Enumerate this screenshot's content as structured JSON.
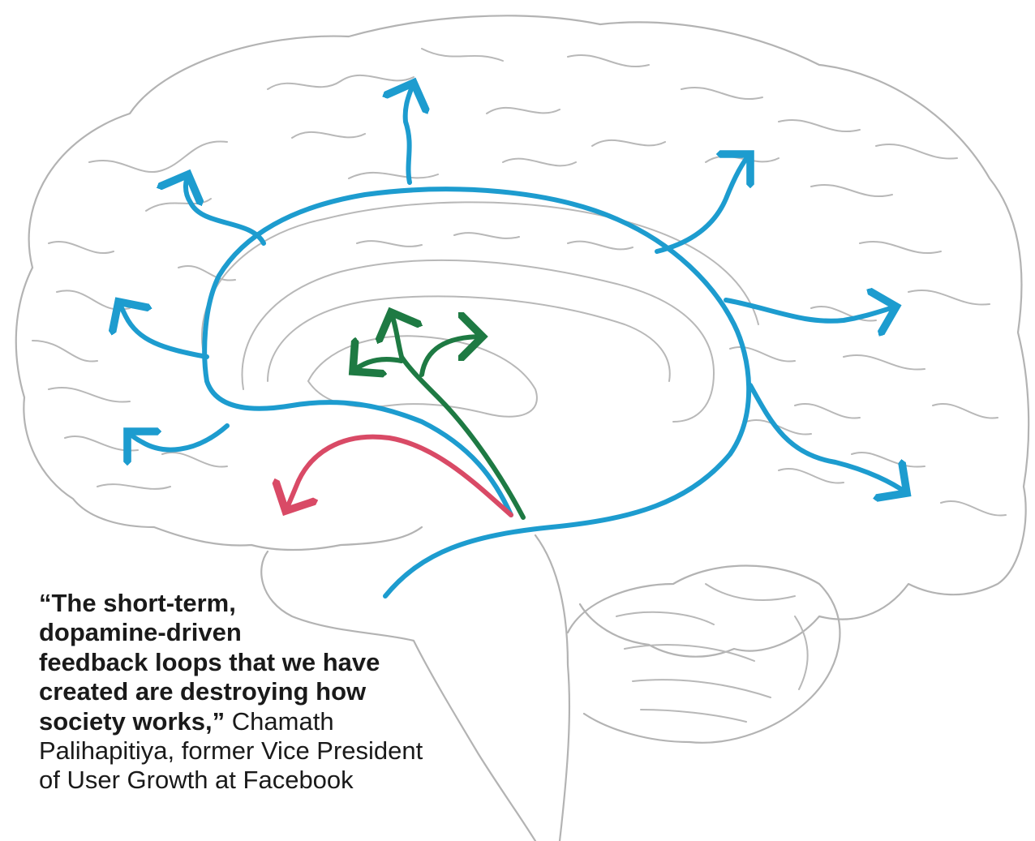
{
  "quote": {
    "lines_bold": [
      "“The short-term,",
      "dopamine-driven",
      "feedback loops that we have",
      "created are destroying how",
      "society works,”"
    ],
    "attribution_lines": [
      "Chamath",
      "Palihapitiya, former Vice President",
      "of User Growth at Facebook"
    ]
  },
  "colors": {
    "mesocortical_pathway": "#1d9ccf",
    "mesolimbic_pathway": "#1e7a43",
    "nigrostriatal_pathway": "#d94a66",
    "brain_outline": "#b3b3b3"
  }
}
